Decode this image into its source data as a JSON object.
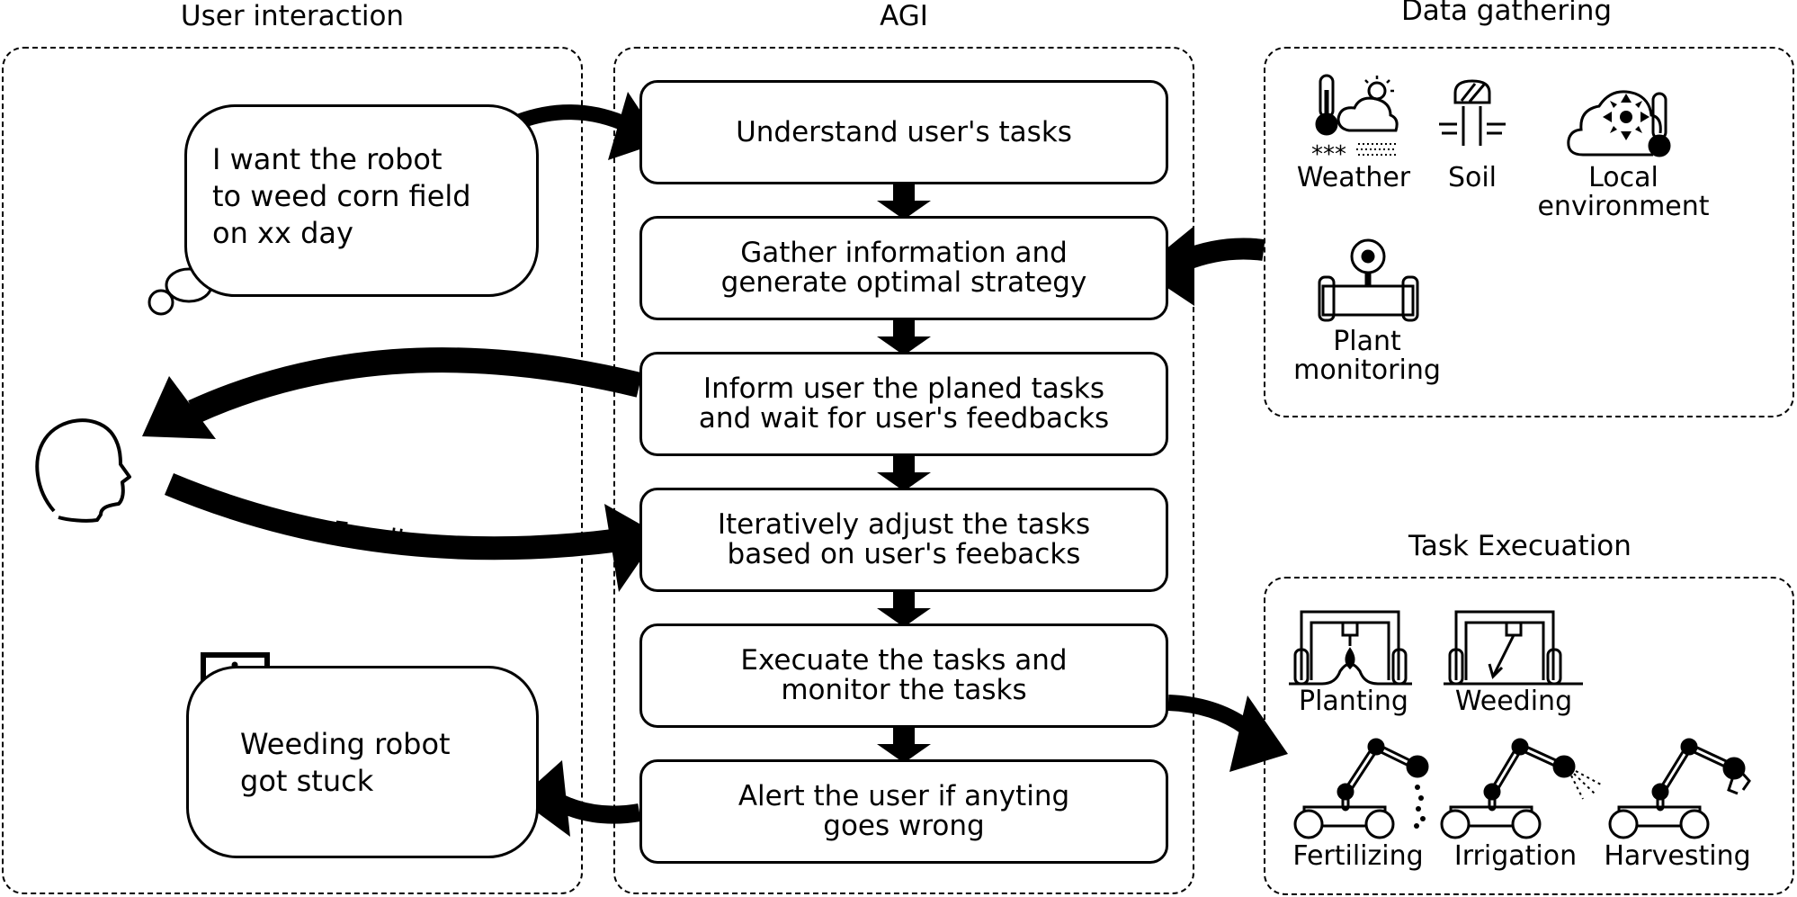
{
  "sections": {
    "user_interaction": "User interaction",
    "agi": "AGI",
    "data_gathering": "Data gathering",
    "task_execution": "Task Execuation"
  },
  "steps": [
    "Understand user's tasks",
    "Gather information and\ngenerate optimal strategy",
    "Inform user the planed tasks\nand wait for user's feedbacks",
    "Iteratively adjust the tasks\nbased on user's feebacks",
    "Execuate the tasks and\nmonitor the tasks",
    "Alert the user if anyting\ngoes wrong"
  ],
  "bubbles": {
    "request": "I want the robot\nto weed corn field\non xx day",
    "alert": "Weeding robot\ngot stuck"
  },
  "arrow_labels": {
    "feedbacks": "Feedbacks"
  },
  "data_sources": {
    "weather": "Weather",
    "soil": "Soil",
    "local_environment": "Local\nenvironment",
    "plant_monitoring": "Plant\nmonitoring"
  },
  "tasks": {
    "planting": "Planting",
    "weeding": "Weeding",
    "fertilizing": "Fertilizing",
    "irrigation": "Irrigation",
    "harvesting": "Harvesting"
  }
}
